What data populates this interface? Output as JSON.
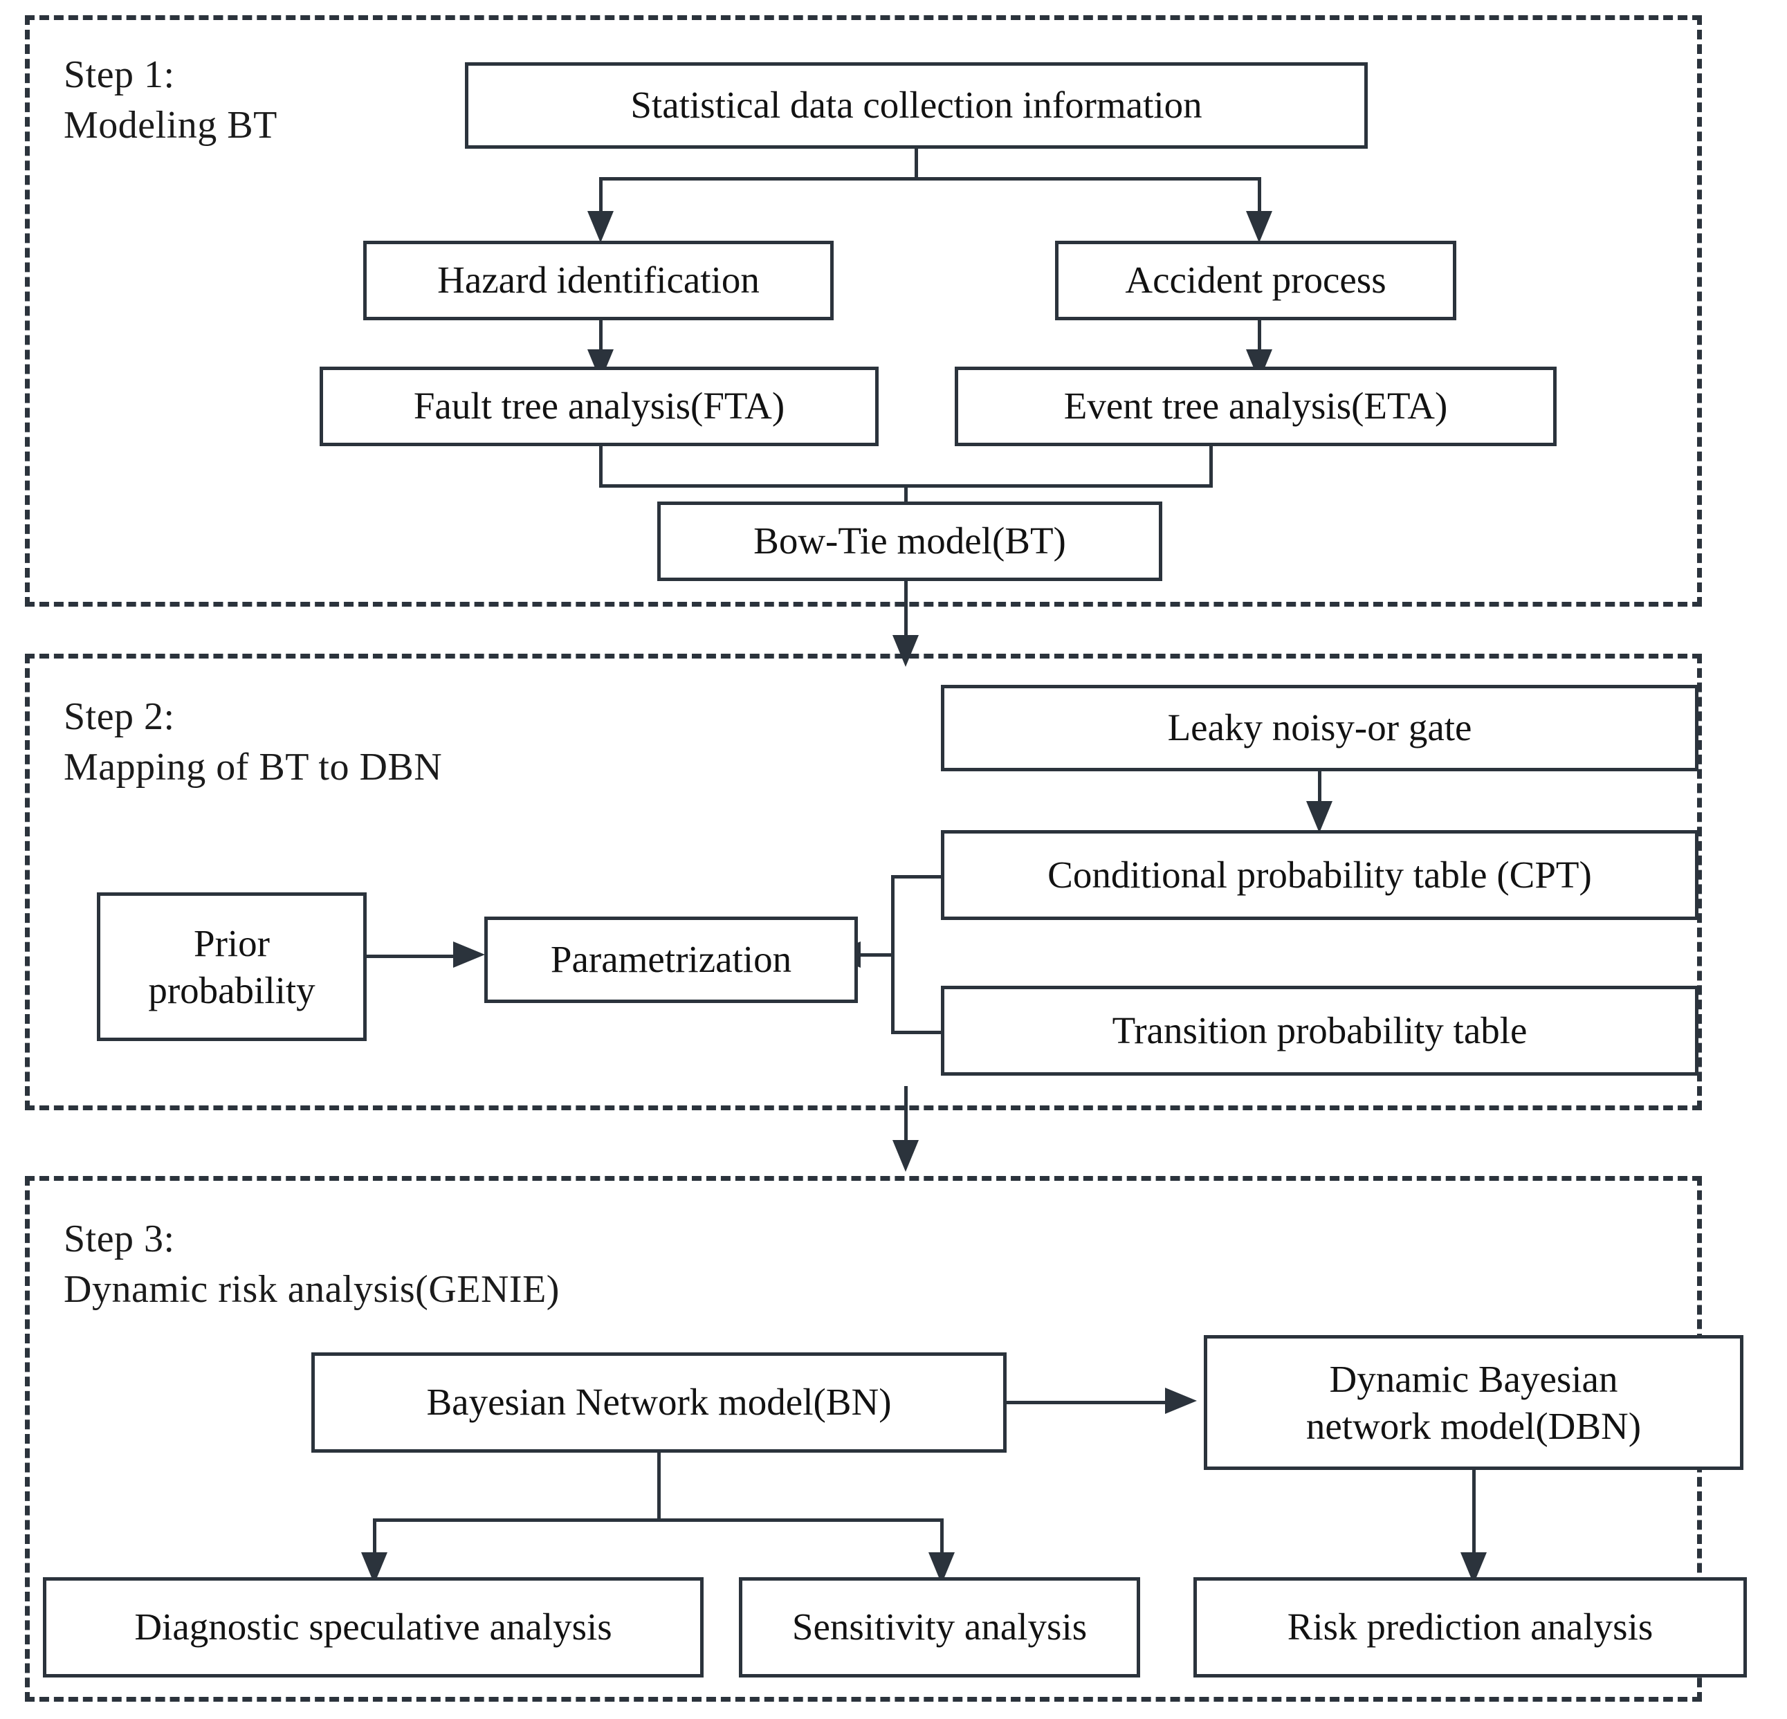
{
  "diagram": {
    "title": "Three-step Bow-Tie to Dynamic Bayesian Network risk analysis framework",
    "accent_color": "#2b333c",
    "background_color": "#ffffff"
  },
  "steps": [
    {
      "id": "step1",
      "label": "Step 1:\nModeling BT",
      "nodes": {
        "statistical_data": "Statistical data collection information",
        "hazard_identification": "Hazard identification",
        "accident_process": "Accident process",
        "fta": "Fault tree analysis(FTA)",
        "eta": "Event tree analysis(ETA)",
        "bowtie": "Bow-Tie model(BT)"
      }
    },
    {
      "id": "step2",
      "label": "Step 2:\nMapping of  BT to DBN",
      "nodes": {
        "leaky_noisy_or": "Leaky noisy-or gate",
        "cpt": "Conditional probability table (CPT)",
        "transition_table": "Transition probability table",
        "prior_probability": "Prior\nprobability",
        "parametrization": "Parametrization"
      }
    },
    {
      "id": "step3",
      "label": "Step 3:\nDynamic risk analysis(GENIE)",
      "nodes": {
        "bn": "Bayesian Network model(BN)",
        "dbn": "Dynamic Bayesian\nnetwork model(DBN)",
        "diagnostic": "Diagnostic speculative analysis",
        "sensitivity": "Sensitivity analysis",
        "risk_prediction": "Risk prediction analysis"
      }
    }
  ]
}
